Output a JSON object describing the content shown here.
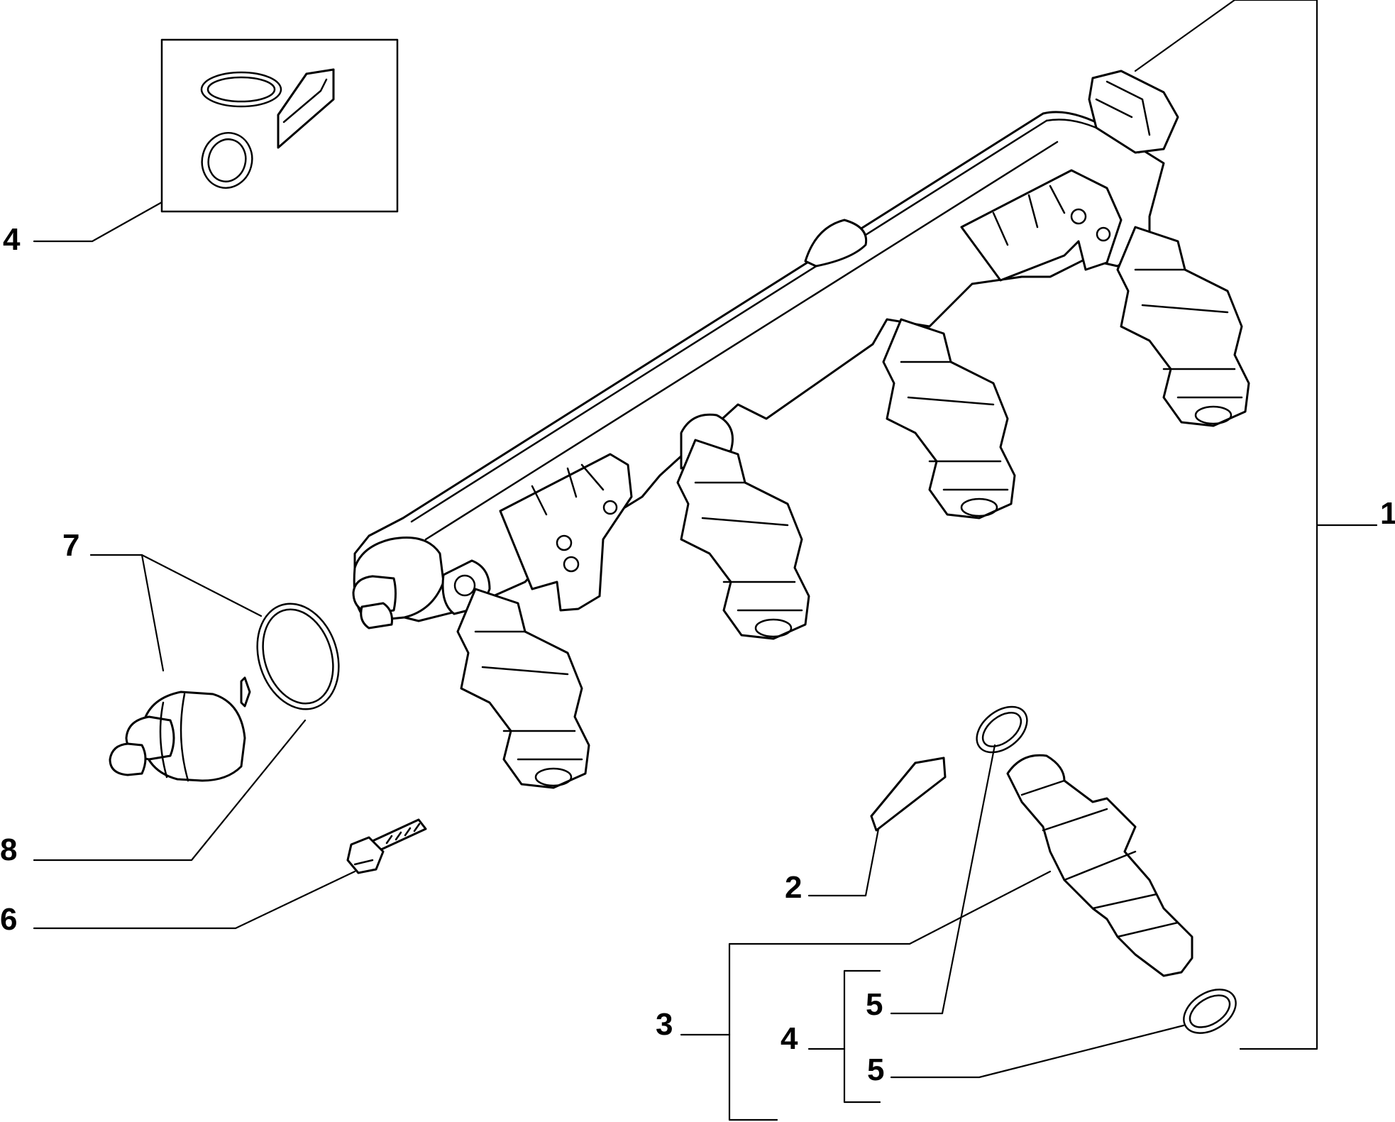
{
  "callouts": {
    "rail_assembly": "1",
    "seal_spacer": "2",
    "injector_assembly": "3",
    "seal_kit_top": "4",
    "seal_kit_group": "4",
    "o_ring_upper": "5",
    "o_ring_lower": "5",
    "screw": "6",
    "pressure_regulator": "7",
    "regulator_o_ring": "8"
  },
  "colors": {
    "line": "#000000",
    "background": "#ffffff"
  }
}
